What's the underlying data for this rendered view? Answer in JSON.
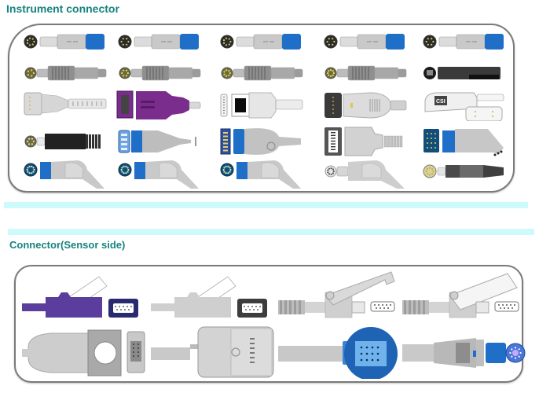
{
  "sections": [
    {
      "title": "Instrument connector"
    },
    {
      "title": "Connector(Sensor side)"
    }
  ],
  "instrument_connectors": {
    "rows": [
      [
        "round-7pin-blue-plug",
        "round-6pin-blue-plug",
        "round-7pin-blue-plug",
        "round-6pin-blue-plug",
        "round-6pin-blue-plug"
      ],
      [
        "round-5pin-metal-push-pull",
        "round-6pin-metal-push-pull",
        "round-7pin-metal-push-pull",
        "round-8pin-metal-push-pull",
        "mini-din-black"
      ],
      [
        "db9-gray-adapter",
        "purple-db-adapter",
        "white-ribbon-adapter",
        "db9-gray-oval-adapter",
        "csi-white-adapter"
      ],
      [
        "round-6pin-black-ribbed",
        "blue-8pin-gray-tapered",
        "blue-6pin-gray-round",
        "db15-gray-ribbed",
        "blue-14pin-angled"
      ],
      [
        "blue-11pin-gray-angled",
        "blue-12pin-gray-angled",
        "blue-11pin-gray-angled",
        "gray-10pin-angled",
        "round-8pin-dark-gray"
      ]
    ],
    "logo_text": "CSI"
  },
  "sensor_connectors": {
    "rows": [
      [
        "purple-db9-clip",
        "gray-db9-clip",
        "gray-hook-db9-clip",
        "gray-db9-latch-clip"
      ],
      [
        "gray-ring-db9",
        "gray-rectangular-housing",
        "blue-round-housing",
        "gray-blue-round-7pin"
      ]
    ]
  },
  "colors": {
    "heading": "#17837f",
    "band": "#cdfbfb",
    "panel_border": "#7a7a7a",
    "connector_blue": "#1f6fc8",
    "connector_gray": "#cfcfcf",
    "connector_purple": "#7b2d8e",
    "connector_violet": "#5a3d9c"
  }
}
